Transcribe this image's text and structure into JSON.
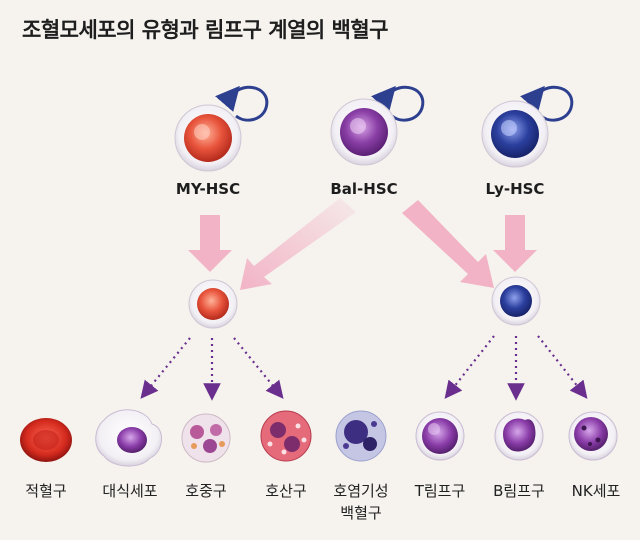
{
  "title": "조혈모세포의 유형과 림프구 계열의 백혈구",
  "stem_cells": [
    {
      "label": "MY-HSC",
      "color": "#e8543c"
    },
    {
      "label": "Bal-HSC",
      "color": "#8a3fa6"
    },
    {
      "label": "Ly-HSC",
      "color": "#2b3f9e"
    }
  ],
  "blood_cells": [
    {
      "line1": "적혈구",
      "line2": ""
    },
    {
      "line1": "대식세포",
      "line2": ""
    },
    {
      "line1": "호중구",
      "line2": ""
    },
    {
      "line1": "호산구",
      "line2": ""
    },
    {
      "line1": "호염기성",
      "line2": "백혈구"
    },
    {
      "line1": "T림프구",
      "line2": ""
    },
    {
      "line1": "B림프구",
      "line2": ""
    },
    {
      "line1": "NK세포",
      "line2": ""
    }
  ],
  "colors": {
    "arrow_pink": "#f2b3c6",
    "dotted_arrow": "#6a2f8e",
    "self_renewal_arrow": "#2d3f8f"
  }
}
